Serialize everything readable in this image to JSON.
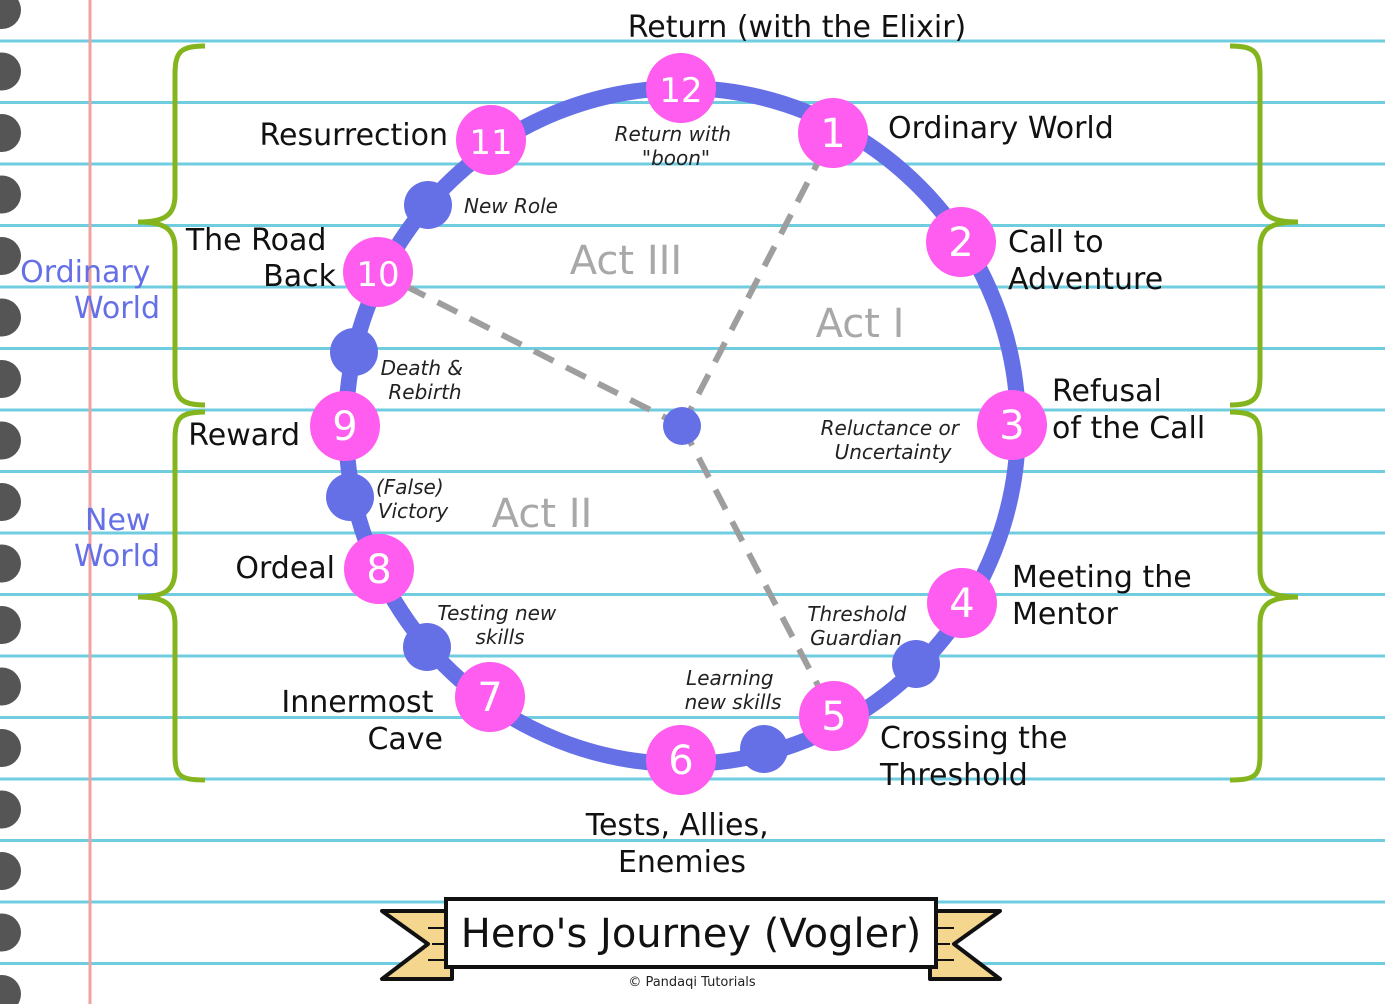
{
  "title": "Hero's Journey (Vogler)",
  "credit": "© Pandaqi Tutorials",
  "colors": {
    "circle": "#6670e6",
    "stage": "#ff5cf0",
    "line": "#70cde0",
    "margin": "#f2a1a1",
    "bracket": "#85b51e",
    "side_text": "#6670e6",
    "act_text": "#a8a8a8",
    "dashed": "#9e9e9e",
    "ribbon": "#f5d68e"
  },
  "stages": [
    {
      "num": "1",
      "label": [
        "Ordinary World"
      ]
    },
    {
      "num": "2",
      "label": [
        "Call to",
        "Adventure"
      ]
    },
    {
      "num": "3",
      "label": [
        "Refusal",
        "of the Call"
      ]
    },
    {
      "num": "4",
      "label": [
        "Meeting the",
        "Mentor"
      ]
    },
    {
      "num": "5",
      "label": [
        "Crossing the",
        "Threshold"
      ]
    },
    {
      "num": "6",
      "label": [
        "Tests, Allies,",
        "Enemies"
      ]
    },
    {
      "num": "7",
      "label": [
        "Innermost",
        "Cave"
      ]
    },
    {
      "num": "8",
      "label": [
        "Ordeal"
      ]
    },
    {
      "num": "9",
      "label": [
        "Reward"
      ]
    },
    {
      "num": "10",
      "label": [
        "The Road",
        "Back"
      ]
    },
    {
      "num": "11",
      "label": [
        "Resurrection"
      ]
    },
    {
      "num": "12",
      "label": [
        "Return (with the Elixir)"
      ]
    }
  ],
  "sublabels": [
    {
      "id": "return-with-boon",
      "lines": [
        "Return with",
        "\"boon\""
      ]
    },
    {
      "id": "new-role",
      "lines": [
        "New Role"
      ]
    },
    {
      "id": "death-rebirth",
      "lines": [
        "Death &",
        "Rebirth"
      ]
    },
    {
      "id": "false-victory",
      "lines": [
        "(False)",
        "Victory"
      ]
    },
    {
      "id": "testing-new-skills",
      "lines": [
        "Testing new",
        "skills"
      ]
    },
    {
      "id": "learning-new-skills",
      "lines": [
        "Learning",
        "new skills"
      ]
    },
    {
      "id": "threshold-guardian",
      "lines": [
        "Threshold",
        "Guardian"
      ]
    },
    {
      "id": "reluctance",
      "lines": [
        "Reluctance or",
        "Uncertainty"
      ]
    }
  ],
  "acts": [
    "Act I",
    "Act II",
    "Act III"
  ],
  "sides": [
    {
      "id": "ordinary-world",
      "lines": [
        "Ordinary",
        "World"
      ]
    },
    {
      "id": "new-world",
      "lines": [
        "New",
        "World"
      ]
    }
  ]
}
